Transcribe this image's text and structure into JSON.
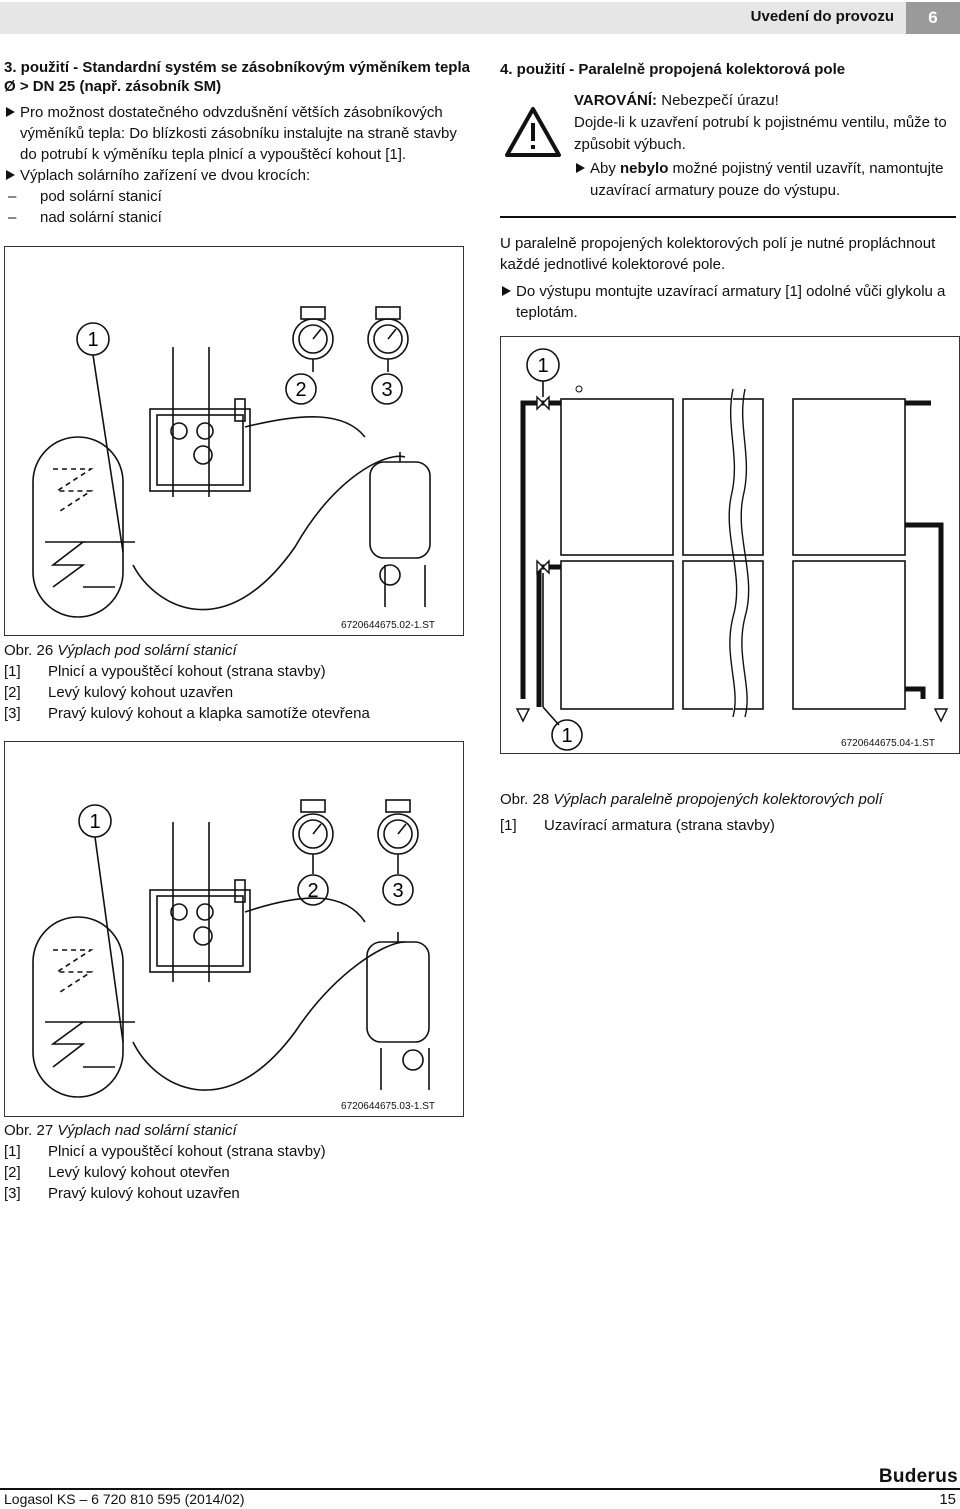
{
  "header": {
    "section_title": "Uvedení do provozu",
    "chapter_number": "6"
  },
  "left": {
    "heading_line1": "3. použití - Standardní systém se zásobníkovým výměníkem tepla",
    "heading_line2": "Ø > DN 25 (např. zásobník SM)",
    "bullet1": "Pro možnost dostatečného odvzdušnění větších zásobníkových výměníků tepla: Do blízkosti zásobníku instalujte na straně stavby do potrubí k výměníku tepla plnicí a vypouštěcí kohout [1].",
    "bullet2": "Výplach solárního zařízení ve dvou krocích:",
    "dash1": "pod solární stanicí",
    "dash2": "nad solární stanicí"
  },
  "fig26": {
    "callout1": "1",
    "callout2": "2",
    "callout3": "3",
    "id": "6720644675.02-1.ST",
    "caption_num": "Obr. 26",
    "caption_text": "Výplach pod solární stanicí",
    "legend": [
      {
        "key": "[1]",
        "text": "Plnicí a vypouštěcí kohout (strana stavby)"
      },
      {
        "key": "[2]",
        "text": "Levý kulový kohout uzavřen"
      },
      {
        "key": "[3]",
        "text": "Pravý kulový kohout a klapka samotíže otevřena"
      }
    ]
  },
  "fig27": {
    "callout1": "1",
    "callout2": "2",
    "callout3": "3",
    "id": "6720644675.03-1.ST",
    "caption_num": "Obr. 27",
    "caption_text": "Výplach nad solární stanicí",
    "legend": [
      {
        "key": "[1]",
        "text": "Plnicí a vypouštěcí kohout (strana stavby)"
      },
      {
        "key": "[2]",
        "text": "Levý kulový kohout otevřen"
      },
      {
        "key": "[3]",
        "text": "Pravý kulový kohout uzavřen"
      }
    ]
  },
  "right": {
    "heading": "4. použití - Paralelně propojená kolektorová pole",
    "warning_label": "VAROVÁNÍ:",
    "warning_title": " Nebezpečí úrazu!",
    "warning_line1": "Dojde-li k uzavření potrubí k pojistnému ventilu, může to",
    "warning_line2": "způsobit výbuch.",
    "warning_bullet_pre": "Aby ",
    "warning_bullet_bold": "nebylo",
    "warning_bullet_post": " možné pojistný ventil uzavřít, namontujte uzavírací armatury pouze do výstupu.",
    "para1": "U paralelně propojených kolektorových polí je nutné propláchnout každé jednotlivé kolektorové pole.",
    "bullet": "Do výstupu montujte uzavírací armatury [1] odolné vůči glykolu a teplotám."
  },
  "fig28": {
    "callout_top": "1",
    "callout_bottom": "1",
    "id": "6720644675.04-1.ST",
    "caption_num": "Obr. 28",
    "caption_text": "Výplach paralelně propojených kolektorových polí",
    "legend": [
      {
        "key": "[1]",
        "text": "Uzavírací armatura (strana stavby)"
      }
    ]
  },
  "footer": {
    "doc": "Logasol KS – 6 720 810 595 (2014/02)",
    "page": "15",
    "brand": "Buderus"
  }
}
